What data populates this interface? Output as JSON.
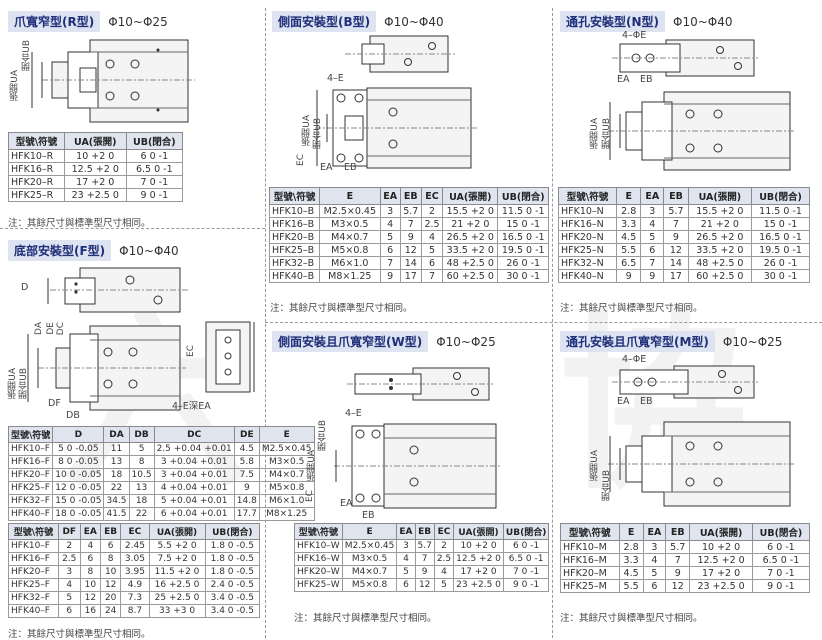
{
  "sections": {
    "r": {
      "title": "爪寬窄型(R型)",
      "range": "Φ10~Φ25",
      "headers": [
        "型號\\符號",
        "UA(張開)",
        "UB(閉合)"
      ],
      "rows": [
        [
          "HFK10–R",
          "10 +2 0",
          "6 0 -1"
        ],
        [
          "HFK16–R",
          "12.5 +2 0",
          "6.5 0 -1"
        ],
        [
          "HFK20–R",
          "17 +2 0",
          "7 0 -1"
        ],
        [
          "HFK25–R",
          "23 +2.5 0",
          "9 0 -1"
        ]
      ],
      "note": "注：其餘尺寸與標準型尺寸相同。"
    },
    "b": {
      "title": "側面安裝型(B型)",
      "range": "Φ10~Φ40",
      "headers": [
        "型號\\符號",
        "E",
        "EA",
        "EB",
        "EC",
        "UA(張開)",
        "UB(閉合)"
      ],
      "rows": [
        [
          "HFK10–B",
          "M2.5×0.45",
          "3",
          "5.7",
          "2",
          "15.5 +2 0",
          "11.5 0 -1"
        ],
        [
          "HFK16–B",
          "M3×0.5",
          "4",
          "7",
          "2.5",
          "21 +2 0",
          "15 0 -1"
        ],
        [
          "HFK20–B",
          "M4×0.7",
          "5",
          "9",
          "4",
          "26.5 +2 0",
          "16.5 0 -1"
        ],
        [
          "HFK25–B",
          "M5×0.8",
          "6",
          "12",
          "5",
          "33.5 +2 0",
          "19.5 0 -1"
        ],
        [
          "HFK32–B",
          "M6×1.0",
          "7",
          "14",
          "6",
          "48 +2.5 0",
          "26 0 -1"
        ],
        [
          "HFK40–B",
          "M8×1.25",
          "9",
          "17",
          "7",
          "60 +2.5 0",
          "30 0 -1"
        ]
      ],
      "note": "注：其餘尺寸與標準型尺寸相同。"
    },
    "n": {
      "title": "通孔安裝型(N型)",
      "range": "Φ10~Φ40",
      "headers": [
        "型號\\符號",
        "E",
        "EA",
        "EB",
        "UA(張開)",
        "UB(閉合)"
      ],
      "rows": [
        [
          "HFK10–N",
          "2.8",
          "3",
          "5.7",
          "15.5 +2 0",
          "11.5 0 -1"
        ],
        [
          "HFK16–N",
          "3.3",
          "4",
          "7",
          "21 +2 0",
          "15 0 -1"
        ],
        [
          "HFK20–N",
          "4.5",
          "5",
          "9",
          "26.5 +2 0",
          "16.5 0 -1"
        ],
        [
          "HFK25–N",
          "5.5",
          "6",
          "12",
          "33.5 +2 0",
          "19.5 0 -1"
        ],
        [
          "HFK32–N",
          "6.5",
          "7",
          "14",
          "48 +2.5 0",
          "26 0 -1"
        ],
        [
          "HFK40–N",
          "9",
          "9",
          "17",
          "60 +2.5 0",
          "30 0 -1"
        ]
      ],
      "note": "注：其餘尺寸與標準型尺寸相同。"
    },
    "f": {
      "title": "底部安裝型(F型)",
      "range": "Φ10~Φ40",
      "headers1": [
        "型號\\符號",
        "D",
        "DA",
        "DB",
        "DC",
        "DE",
        "E"
      ],
      "rows1": [
        [
          "HFK10–F",
          "5 0 -0.05",
          "11",
          "5",
          "2.5 +0.04 +0.01",
          "4.5",
          "M2.5×0.45"
        ],
        [
          "HFK16–F",
          "8 0 -0.05",
          "13",
          "8",
          "3 +0.04 +0.01",
          "5.8",
          "M3×0.5"
        ],
        [
          "HFK20–F",
          "10 0 -0.05",
          "18",
          "10.5",
          "3 +0.04 +0.01",
          "7.5",
          "M4×0.7"
        ],
        [
          "HFK25–F",
          "12 0 -0.05",
          "22",
          "13",
          "4 +0.04 +0.01",
          "9",
          "M5×0.8"
        ],
        [
          "HFK32–F",
          "15 0 -0.05",
          "34.5",
          "18",
          "5 +0.04 +0.01",
          "14.8",
          "M6×1.0"
        ],
        [
          "HFK40–F",
          "18 0 -0.05",
          "41.5",
          "22",
          "6 +0.04 +0.01",
          "17.7",
          "M8×1.25"
        ]
      ],
      "headers2": [
        "型號\\符號",
        "DF",
        "EA",
        "EB",
        "EC",
        "UA(張開)",
        "UB(閉合)"
      ],
      "rows2": [
        [
          "HFK10–F",
          "2",
          "4",
          "6",
          "2.45",
          "5.5 +2 0",
          "1.8 0 -0.5"
        ],
        [
          "HFK16–F",
          "2.5",
          "6",
          "8",
          "3.05",
          "7.5 +2 0",
          "1.8 0 -0.5"
        ],
        [
          "HFK20–F",
          "3",
          "8",
          "10",
          "3.95",
          "11.5 +2 0",
          "1.8 0 -0.5"
        ],
        [
          "HFK25–F",
          "4",
          "10",
          "12",
          "4.9",
          "16 +2.5 0",
          "2.4 0 -0.5"
        ],
        [
          "HFK32–F",
          "5",
          "12",
          "20",
          "7.3",
          "25 +2.5 0",
          "3.4 0 -0.5"
        ],
        [
          "HFK40–F",
          "6",
          "16",
          "24",
          "8.7",
          "33 +3 0",
          "3.4 0 -0.5"
        ]
      ],
      "note": "注：其餘尺寸與標準型尺寸相同。"
    },
    "w": {
      "title": "側面安裝且爪寬窄型(W型)",
      "range": "Φ10~Φ25",
      "headers": [
        "型號\\符號",
        "E",
        "EA",
        "EB",
        "EC",
        "UA(張開)",
        "UB(閉合)"
      ],
      "rows": [
        [
          "HFK10–W",
          "M2.5×0.45",
          "3",
          "5.7",
          "2",
          "10 +2 0",
          "6 0 -1"
        ],
        [
          "HFK16–W",
          "M3×0.5",
          "4",
          "7",
          "2.5",
          "12.5 +2 0",
          "6.5 0 -1"
        ],
        [
          "HFK20–W",
          "M4×0.7",
          "5",
          "9",
          "4",
          "17 +2 0",
          "7 0 -1"
        ],
        [
          "HFK25–W",
          "M5×0.8",
          "6",
          "12",
          "5",
          "23 +2.5 0",
          "9 0 -1"
        ]
      ],
      "note": "注：其餘尺寸與標準型尺寸相同。"
    },
    "m": {
      "title": "通孔安裝且爪寬窄型(M型)",
      "range": "Φ10~Φ25",
      "headers": [
        "型號\\符號",
        "E",
        "EA",
        "EB",
        "UA(張開)",
        "UB(閉合)"
      ],
      "rows": [
        [
          "HFK10–M",
          "2.8",
          "3",
          "5.7",
          "10 +2 0",
          "6 0 -1"
        ],
        [
          "HFK16–M",
          "3.3",
          "4",
          "7",
          "12.5 +2 0",
          "6.5 0 -1"
        ],
        [
          "HFK20–M",
          "4.5",
          "5",
          "9",
          "17 +2 0",
          "7 0 -1"
        ],
        [
          "HFK25–M",
          "5.5",
          "6",
          "12",
          "23 +2.5 0",
          "9 0 -1"
        ]
      ],
      "note": "注：其餘尺寸與標準型尺寸相同。"
    }
  },
  "labels": {
    "ua": "張開UA",
    "ub": "閉合UB",
    "e4": "4–E",
    "phie": "4–ΦE",
    "ea": "EA",
    "eb": "EB",
    "ec": "EC",
    "d": "D",
    "da": "DA",
    "db": "DB",
    "dc": "DC",
    "de": "DE",
    "df": "DF",
    "edepth": "4–E深EA"
  }
}
